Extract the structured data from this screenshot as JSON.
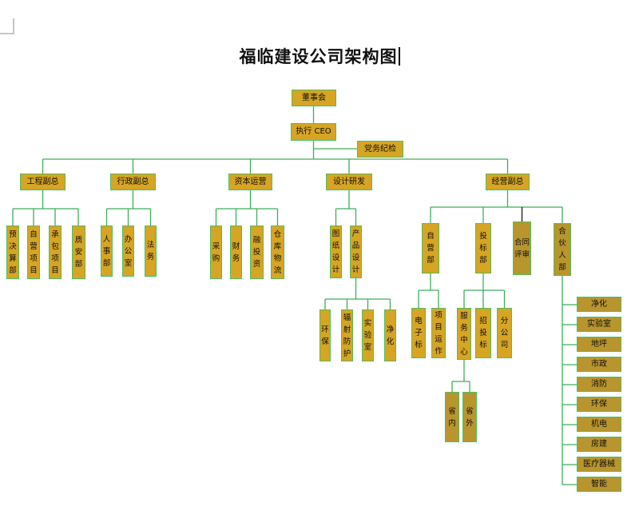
{
  "document": {
    "title": "福临建设公司架构图"
  },
  "org": {
    "board": "董事会",
    "ceo": "执行 CEO",
    "party": "党务纪检",
    "branches": [
      {
        "label": "工程副总",
        "children": [
          "预决算部",
          "自营项目",
          "承包项目",
          "质安部"
        ]
      },
      {
        "label": "行政副总",
        "children": [
          "人事部",
          "办公室",
          "法务"
        ]
      },
      {
        "label": "资本运营",
        "children": [
          "采购",
          "财务",
          "融投资",
          "仓库物流"
        ]
      },
      {
        "label": "设计研发",
        "children": [
          "图纸设计",
          "产品设计"
        ]
      },
      {
        "label": "经营副总",
        "children": [
          "自营部",
          "投标部",
          "合同评审",
          "合伙人部"
        ]
      }
    ],
    "product_design_children": [
      "环保",
      "辐射防护",
      "实验室",
      "净化"
    ],
    "self_operation_children": [
      "电子标",
      "项目运作"
    ],
    "bidding_children": [
      "服务中心",
      "招投标",
      "分公司"
    ],
    "service_center_children": [
      "省内",
      "省外"
    ],
    "partner_children": [
      "净化",
      "实验室",
      "地坪",
      "市政",
      "消防",
      "环保",
      "机电",
      "房建",
      "医疗器械",
      "智能"
    ]
  },
  "colors": {
    "box_fill": "#d6a523",
    "box_fill_dark": "#b9952e",
    "box_border": "#4fbe63",
    "connector": "#3fae5a",
    "contract_review_connector": "#1a1a1a",
    "title_text": "#000000"
  }
}
